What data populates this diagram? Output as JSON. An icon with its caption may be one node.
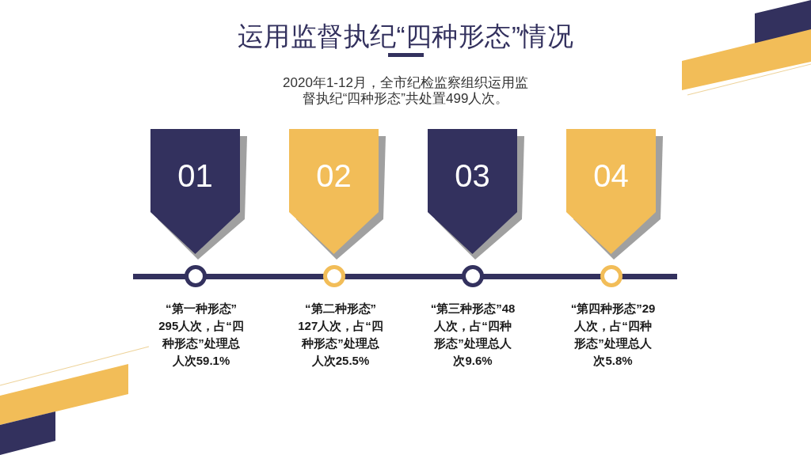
{
  "diagram": {
    "title": "运用监督执纪“四种形态”情况",
    "nodes": [
      {
        "text": [
          "01"
        ],
        "beside": [
          "“第一种形态”295人次，占“四种形态”处理总人次59.1%"
        ]
      },
      {
        "text": [
          "02"
        ],
        "beside": [
          "“第二种形态”127人次，占“四种形态”处理总人次25.5%"
        ]
      },
      {
        "text": [
          "03"
        ],
        "beside": [
          "“第三种形态”48人次，占“四种形态”处理总人次9.6%"
        ]
      },
      {
        "text": [
          "04"
        ],
        "beside": [
          "“第四种形态”29人次，占“四种形态”处理总人次5.8%"
        ]
      }
    ],
    "labels": [
      "2020年1-12月，全市纪检监察组织运用监督执纪“四种形态”共处置499人次。"
    ]
  }
}
